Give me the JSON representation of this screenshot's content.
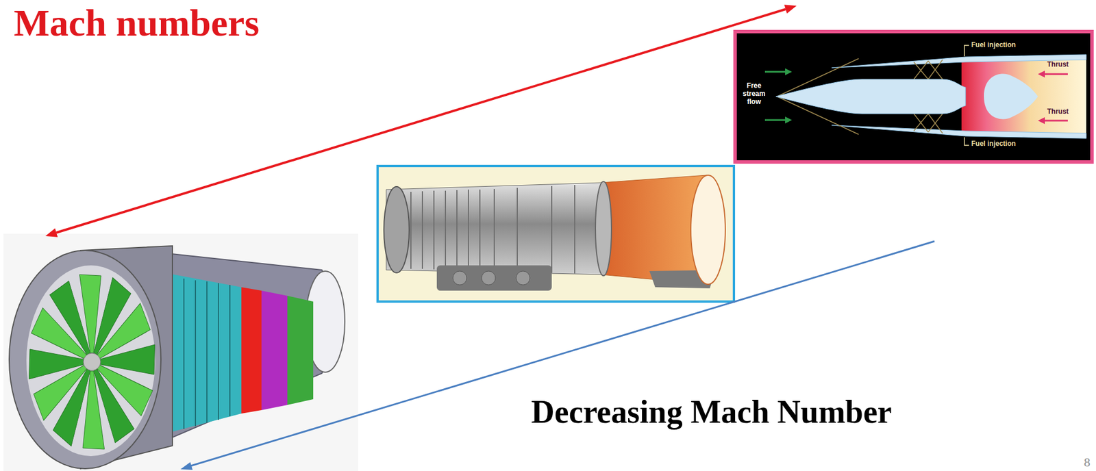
{
  "diagram": {
    "title": "Mach numbers",
    "labels": [
      "Free stream flow",
      "Fuel injection",
      "Fuel injection",
      "Thrust",
      "Thrust",
      "Decreasing Mach Number",
      "8"
    ]
  }
}
